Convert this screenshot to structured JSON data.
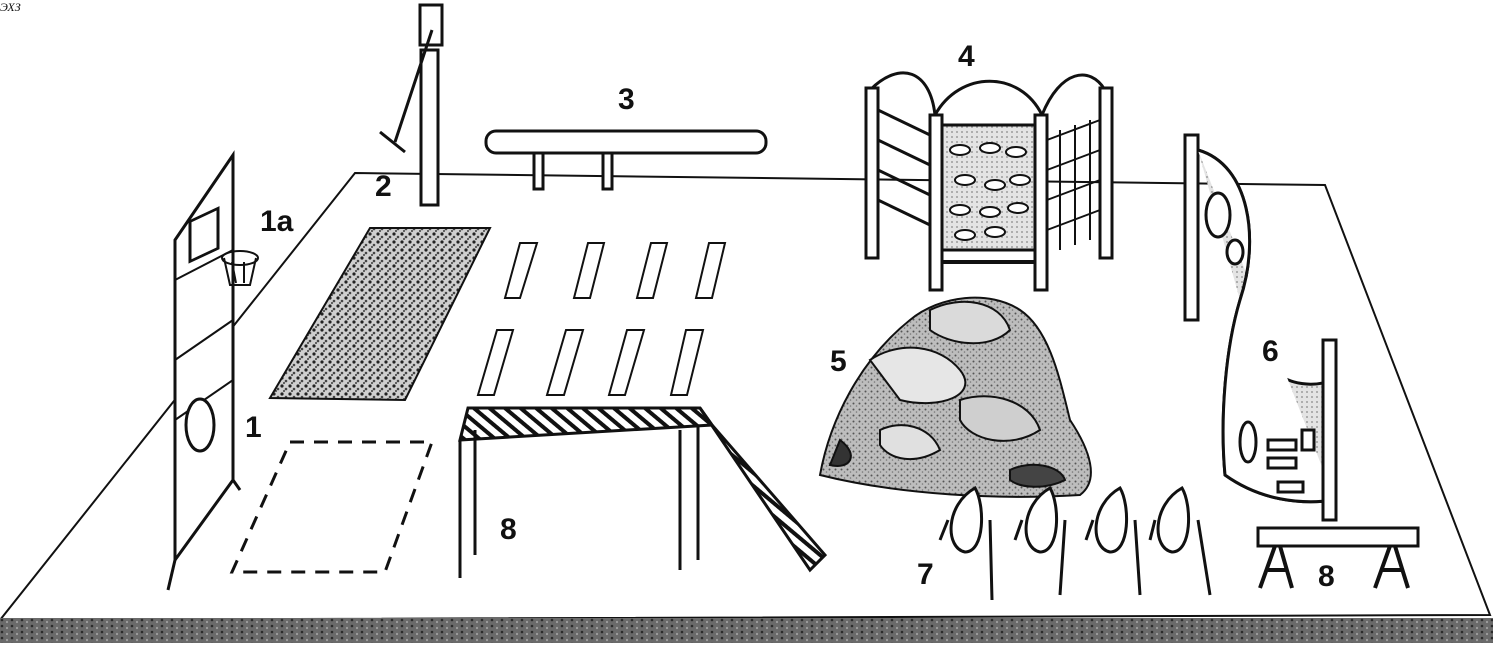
{
  "corner_text": "ЭХЗ",
  "labels": {
    "wall_climb": "1",
    "basket": "1a",
    "pole": "2",
    "log_beam": "3",
    "climbing_frame": "4",
    "rock_pile": "5",
    "curved_climbing_wall": "6",
    "posts_row": "7",
    "bridge_ramp": "8",
    "bench": "8"
  },
  "colors": {
    "ink": "#111111",
    "gray": "#9a9a9a",
    "light_gray": "#d2d2d2",
    "ground_strip": "#5a5a5a"
  }
}
